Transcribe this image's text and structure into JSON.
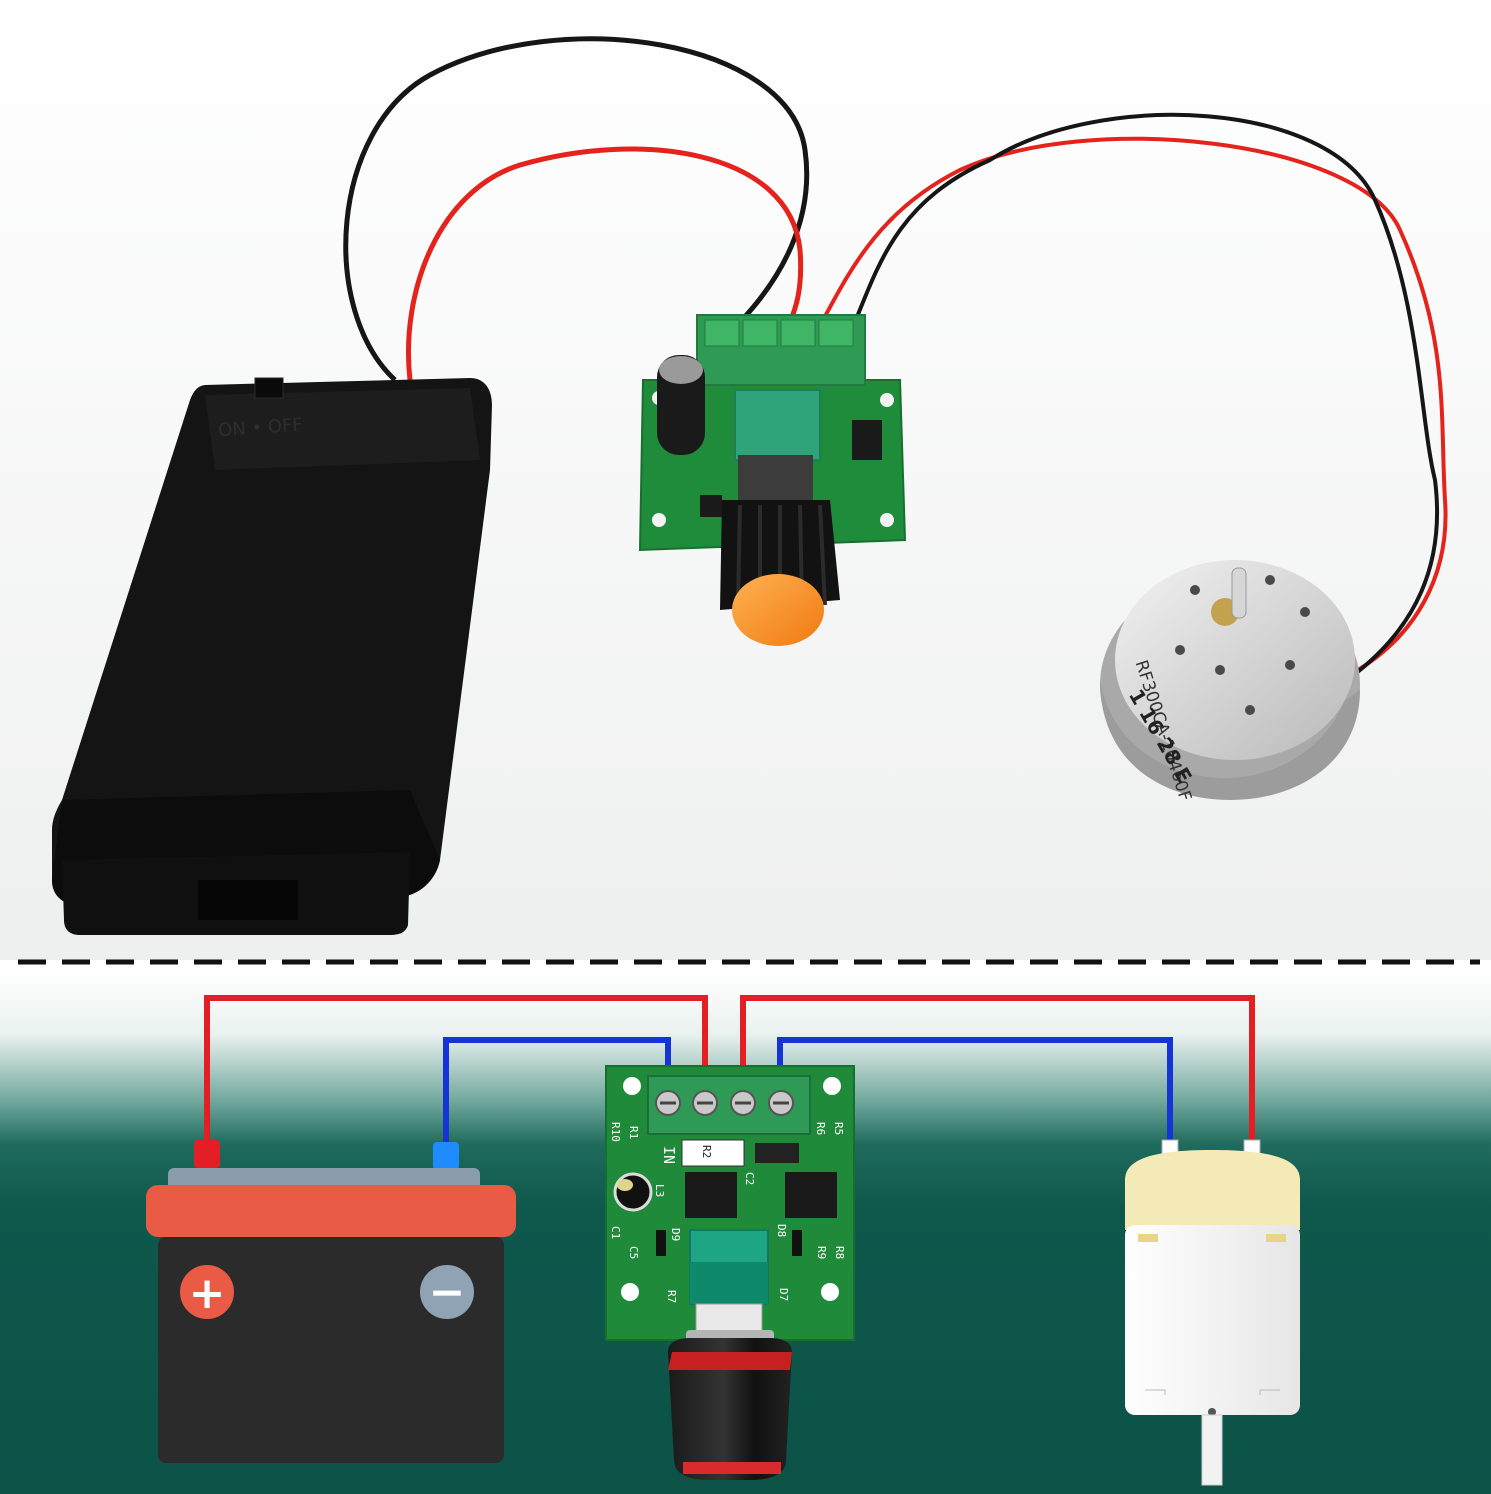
{
  "photo": {
    "battery_switch_label": "ON • OFF",
    "motor_label_line1": "RF300CA-10460F",
    "motor_label_line2": "1 16 28 E"
  },
  "diagram": {
    "pcb_silkscreen": {
      "r10": "R10",
      "r1": "R1",
      "r6": "R6",
      "r5": "R5",
      "in": "IN",
      "r2": "R2",
      "l3": "L3",
      "c2": "C2",
      "c1": "C1",
      "c5": "C5",
      "d9": "D9",
      "d8": "D8",
      "r9": "R9",
      "r8": "R8",
      "r7": "R7",
      "d7": "D7"
    },
    "battery_plus": "+",
    "battery_minus": "−"
  },
  "colors": {
    "wire_red": "#e31e24",
    "wire_blue": "#1434d6",
    "pcb_green": "#1f8a3a",
    "battery_body": "#2b2b2b",
    "battery_lid": "#e95b44",
    "motor_cap": "#f4eab8",
    "teal_bg": "#0f5a4e"
  }
}
